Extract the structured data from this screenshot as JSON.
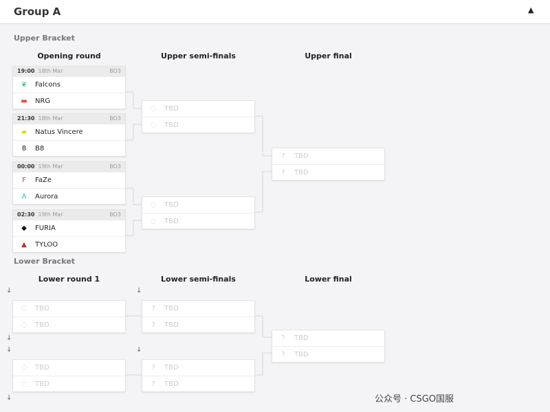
{
  "header": {
    "title": "Group A",
    "collapse_icon": "caret-up-icon"
  },
  "upper": {
    "label": "Upper Bracket",
    "columns": [
      "Opening round",
      "Upper semi-finals",
      "Upper final"
    ],
    "matches": [
      {
        "time": "19:00",
        "date": "18th Mar",
        "format": "BO3",
        "teams": [
          {
            "name": "Falcons",
            "icon": "falcons-logo",
            "color": "#3fbf8a"
          },
          {
            "name": "NRG",
            "icon": "nrg-logo",
            "color": "#e8443a"
          }
        ]
      },
      {
        "time": "21:30",
        "date": "18th Mar",
        "format": "BO3",
        "teams": [
          {
            "name": "Natus Vincere",
            "icon": "navi-logo",
            "color": "#e5d300"
          },
          {
            "name": "B8",
            "icon": "b8-logo",
            "color": "#111"
          }
        ]
      },
      {
        "time": "00:00",
        "date": "19th Mar",
        "format": "BO3",
        "teams": [
          {
            "name": "FaZe",
            "icon": "faze-logo",
            "color": "#e43b4d"
          },
          {
            "name": "Aurora",
            "icon": "aurora-logo",
            "color": "#2ec4c0"
          }
        ]
      },
      {
        "time": "02:30",
        "date": "19th Mar",
        "format": "BO3",
        "teams": [
          {
            "name": "FURIA",
            "icon": "furia-logo",
            "color": "#111"
          },
          {
            "name": "TYLOO",
            "icon": "tyloo-logo",
            "color": "#a33"
          }
        ]
      }
    ],
    "semis": [
      {
        "teams": [
          "TBD",
          "TBD"
        ]
      },
      {
        "teams": [
          "TBD",
          "TBD"
        ]
      }
    ],
    "final": {
      "teams": [
        "TBD",
        "TBD"
      ]
    }
  },
  "lower": {
    "label": "Lower Bracket",
    "columns": [
      "Lower round 1",
      "Lower semi-finals",
      "Lower final"
    ],
    "round1": [
      {
        "teams": [
          "TBD",
          "TBD"
        ]
      },
      {
        "teams": [
          "TBD",
          "TBD"
        ]
      }
    ],
    "semis": [
      {
        "teams": [
          "TBD",
          "TBD"
        ]
      },
      {
        "teams": [
          "TBD",
          "TBD"
        ]
      }
    ],
    "final": {
      "teams": [
        "TBD",
        "TBD"
      ]
    }
  },
  "watermark": "公众号 · CSGO国服"
}
